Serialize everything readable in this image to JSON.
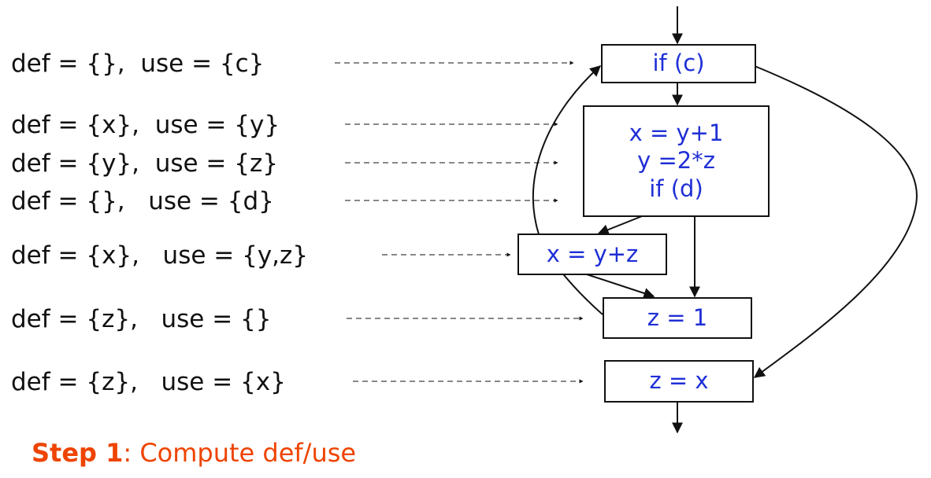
{
  "annotations": [
    {
      "id": "if-c",
      "text": "def = {},  use = {c}"
    },
    {
      "id": "x-y1",
      "text": "def = {x},  use = {y}"
    },
    {
      "id": "y-2z",
      "text": "def = {y},  use = {z}"
    },
    {
      "id": "if-d",
      "text": "def = {},   use = {d}"
    },
    {
      "id": "x-yz",
      "text": "def = {x},   use = {y,z}"
    },
    {
      "id": "z-1",
      "text": "def = {z},   use = {}"
    },
    {
      "id": "z-x",
      "text": "def = {z},   use = {x}"
    }
  ],
  "nodes": {
    "if_c": [
      "if (c)"
    ],
    "block_b": [
      "x = y+1",
      "y =2*z",
      "if (d)"
    ],
    "x_yz": [
      "x = y+z"
    ],
    "z_1": [
      "z = 1"
    ],
    "z_x": [
      "z = x"
    ]
  },
  "footer": {
    "step_bold": "Step 1",
    "step_text": ": Compute def/use"
  },
  "colors": {
    "code": "#1f2fd6",
    "footer": "#ee4400",
    "lines": "#111111"
  }
}
